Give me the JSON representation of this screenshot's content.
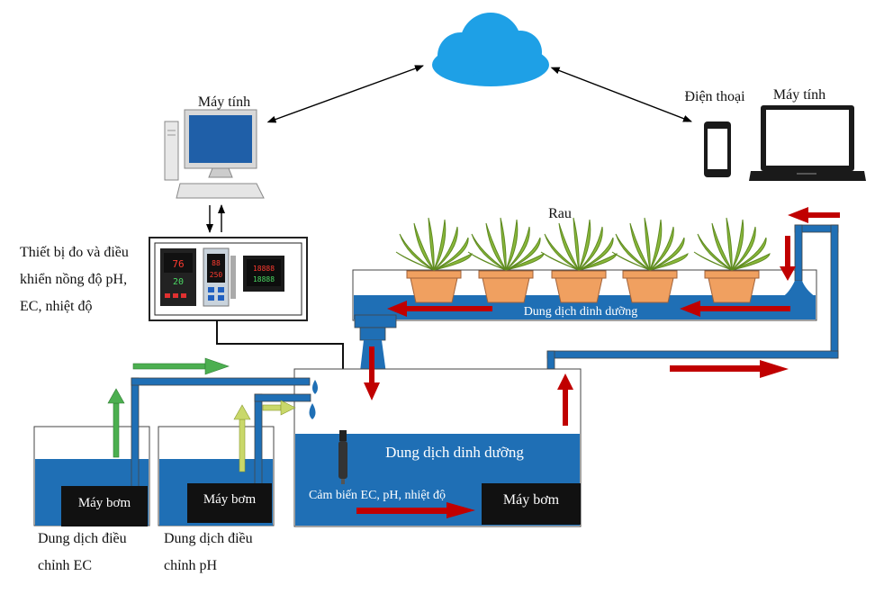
{
  "labels": {
    "computer_left": "Máy tính",
    "phone": "Điện thoại",
    "computer_right": "Máy tính",
    "vegetables": "Rau",
    "controller": "Thiết bị đo và điều khiển nồng độ pH, EC, nhiệt độ",
    "top_tank_solution": "Dung dịch dinh dưỡng",
    "main_tank_solution": "Dung dịch dinh dưỡng",
    "sensor": "Cảm biến EC, pH, nhiệt độ",
    "pump_ec": "Máy bơm",
    "pump_ph": "Máy bơm",
    "pump_main": "Máy bơm",
    "ec_tank": "Dung dịch điều chỉnh EC",
    "ph_tank": "Dung dịch điều chỉnh pH"
  },
  "controller_display": {
    "device1_top": "76",
    "device1_bottom": "20",
    "device2_top": "88",
    "device2_bottom": "250",
    "device3_top": "18888",
    "device3_bottom": "18888"
  },
  "colors": {
    "water": "#1f6fb5",
    "cloud": "#1ea0e6",
    "flow_arrow": "#c00000",
    "ec_arrow": "#4caf50",
    "ph_arrow": "#c9d86a",
    "plant": "#8ab83c",
    "pot": "#f0a060"
  },
  "icons": [
    "cloud-icon",
    "desktop-computer-icon",
    "smartphone-icon",
    "laptop-icon",
    "sensor-probe-icon",
    "water-drop-icon",
    "plant-icon"
  ]
}
